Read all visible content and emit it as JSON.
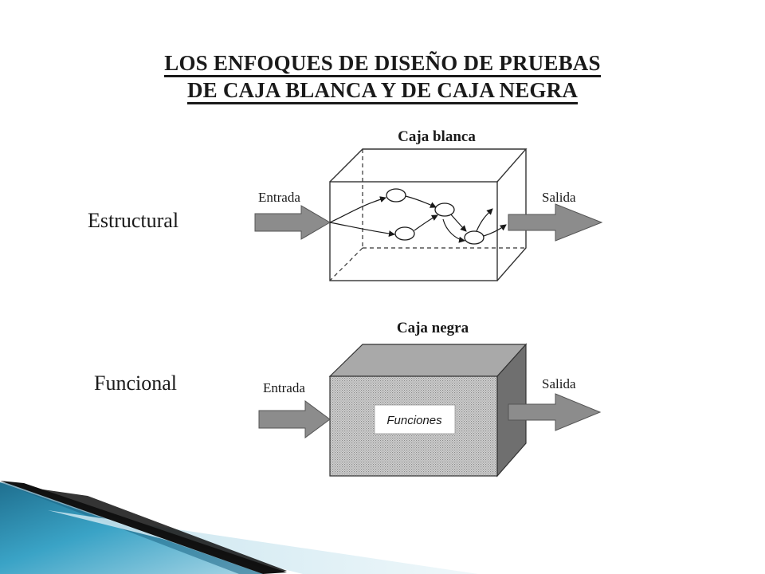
{
  "slide": {
    "title_line_1": "LOS ENFOQUES DE DISEÑO DE PRUEBAS",
    "title_line_2": "DE CAJA BLANCA Y DE CAJA NEGRA"
  },
  "white_box_row": {
    "row_label": "Estructural",
    "box_label": "Caja blanca",
    "input_label": "Entrada",
    "output_label": "Salida"
  },
  "black_box_row": {
    "row_label": "Funcional",
    "box_label": "Caja negra",
    "input_label": "Entrada",
    "output_label": "Salida",
    "inner_label": "Funciones"
  },
  "colors": {
    "arrow_fill": "#8c8c8c",
    "box_face": "#c6c6c6",
    "box_top": "#a9a9a9",
    "box_side": "#6f6f6f",
    "accent_teal": "#2a8fb0",
    "accent_dark": "#111111"
  }
}
